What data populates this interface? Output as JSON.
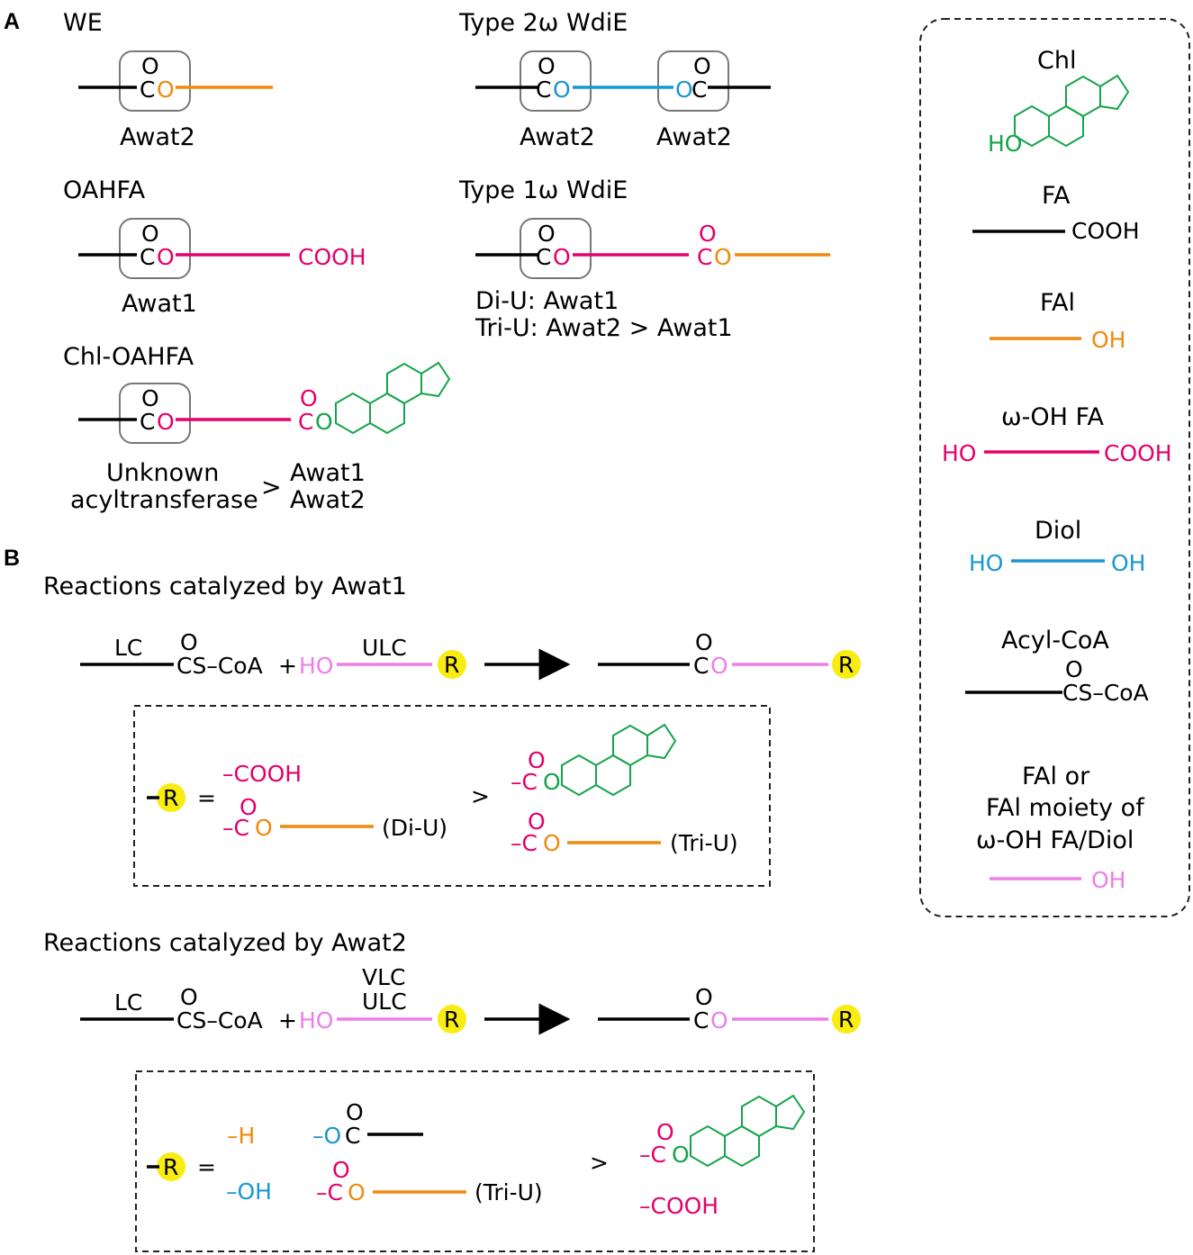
{
  "panels": {
    "a": "A",
    "b": "B"
  },
  "panel_a": {
    "we": {
      "title": "WE",
      "enzyme": "Awat2"
    },
    "oahfa": {
      "title": "OAHFA",
      "enzyme": "Awat1",
      "cooh": "COOH"
    },
    "chl_oahfa": {
      "title": "Chl-OAHFA",
      "enzyme_left_1": "Unknown",
      "enzyme_left_2": "acyltransferase",
      "gt": ">",
      "enzyme_right_1": "Awat1",
      "enzyme_right_2": "Awat2"
    },
    "type2": {
      "title": "Type 2ω WdiE",
      "enzyme_left": "Awat2",
      "enzyme_right": "Awat2"
    },
    "type1": {
      "title": "Type 1ω WdiE",
      "line1": "Di-U: Awat1",
      "line2": "Tri-U: Awat2 > Awat1"
    },
    "atoms": {
      "O": "O",
      "C": "C"
    }
  },
  "legend": {
    "chl": {
      "label": "Chl",
      "ho": "HO"
    },
    "fa": {
      "label": "FA",
      "group": "COOH"
    },
    "fal": {
      "label": "FAl",
      "group": "OH"
    },
    "whfa": {
      "label": "ω-OH FA",
      "left": "HO",
      "right": "COOH"
    },
    "diol": {
      "label": "Diol",
      "left": "HO",
      "right": "OH"
    },
    "acylcoa": {
      "label": "Acyl-CoA",
      "o": "O",
      "group": "CS–CoA"
    },
    "falmoiety": {
      "line1": "FAl or",
      "line2": "FAl moiety of",
      "line3": "ω-OH FA/Diol",
      "group": "OH"
    }
  },
  "panel_b": {
    "awat1": {
      "title": "Reactions catalyzed by Awat1",
      "lc": "LC",
      "o": "O",
      "cs": "CS–CoA",
      "plus": "+",
      "ho": "HO",
      "ulc": "ULC",
      "r": "R",
      "box": {
        "r": "R",
        "eq": "=",
        "cooh": "–COOH",
        "dash_c": "–C",
        "di_u": "(Di-U)",
        "gt": ">",
        "tri_u": "(Tri-U)"
      }
    },
    "awat2": {
      "title": "Reactions catalyzed by Awat2",
      "lc": "LC",
      "o": "O",
      "cs": "CS–CoA",
      "plus": "+",
      "ho": "HO",
      "vlc": "VLC",
      "ulc": "ULC",
      "r": "R",
      "box": {
        "r": "R",
        "eq": "=",
        "h": "–H",
        "oh": "–OH",
        "dash_o": "–O",
        "dash_c": "–C",
        "tri_u": "(Tri-U)",
        "gt": ">",
        "cooh": "–COOH"
      }
    }
  },
  "colors": {
    "black": "#000000",
    "orange": "#ee8a10",
    "magenta": "#e5006a",
    "blue": "#1997d4",
    "violet": "#ee7ee8",
    "green": "#14a44b",
    "highlight": "#f9ec10",
    "box": "#777777"
  }
}
